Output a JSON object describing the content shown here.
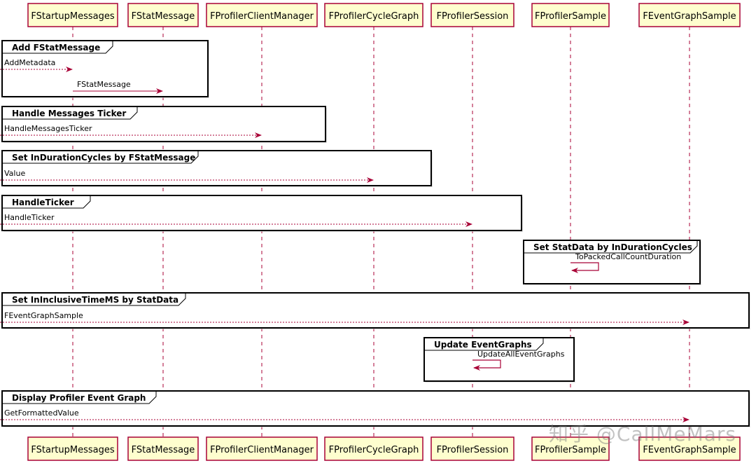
{
  "participants": [
    "FStartupMessages",
    "FStatMessage",
    "FProfilerClientManager",
    "FProfilerCycleGraph",
    "FProfilerSession",
    "FProfilerSample",
    "FEventGraphSample"
  ],
  "groups": [
    {
      "title": "Add FStatMessage",
      "messages": [
        {
          "label": "AddMetadata",
          "from": "left-edge",
          "to": "FStartupMessages",
          "style": "dashed"
        },
        {
          "label": "FStatMessage",
          "from": "FStartupMessages",
          "to": "FStatMessage",
          "style": "solid"
        }
      ]
    },
    {
      "title": "Handle Messages Ticker",
      "messages": [
        {
          "label": "HandleMessagesTicker",
          "from": "left-edge",
          "to": "FProfilerClientManager",
          "style": "dashed"
        }
      ]
    },
    {
      "title": "Set InDurationCycles by FStatMessage",
      "messages": [
        {
          "label": "Value",
          "from": "left-edge",
          "to": "FProfilerCycleGraph",
          "style": "dashed"
        }
      ]
    },
    {
      "title": "HandleTicker",
      "messages": [
        {
          "label": "HandleTicker",
          "from": "left-edge",
          "to": "FProfilerSession",
          "style": "dashed"
        }
      ]
    },
    {
      "title": "Set StatData by InDurationCycles",
      "messages": [
        {
          "label": "ToPackedCallCountDuration",
          "from": "FProfilerSample",
          "to": "FProfilerSample",
          "style": "self"
        }
      ]
    },
    {
      "title": "Set InInclusiveTimeMS by StatData",
      "messages": [
        {
          "label": "FEventGraphSample",
          "from": "left-edge",
          "to": "FEventGraphSample",
          "style": "dashed"
        }
      ]
    },
    {
      "title": "Update EventGraphs",
      "messages": [
        {
          "label": "UpdateAllEventGraphs",
          "from": "FProfilerSession",
          "to": "FProfilerSession",
          "style": "self"
        }
      ]
    },
    {
      "title": "Display Profiler Event Graph",
      "messages": [
        {
          "label": "GetFormattedValue",
          "from": "left-edge",
          "to": "FEventGraphSample",
          "style": "dashed"
        }
      ]
    }
  ],
  "watermark": "知乎 @CallMeMars",
  "colors": {
    "participant_fill": "#FEFECE",
    "participant_border": "#A80036",
    "lifeline": "#A80036",
    "arrow": "#A80036",
    "group_border": "#000000"
  }
}
